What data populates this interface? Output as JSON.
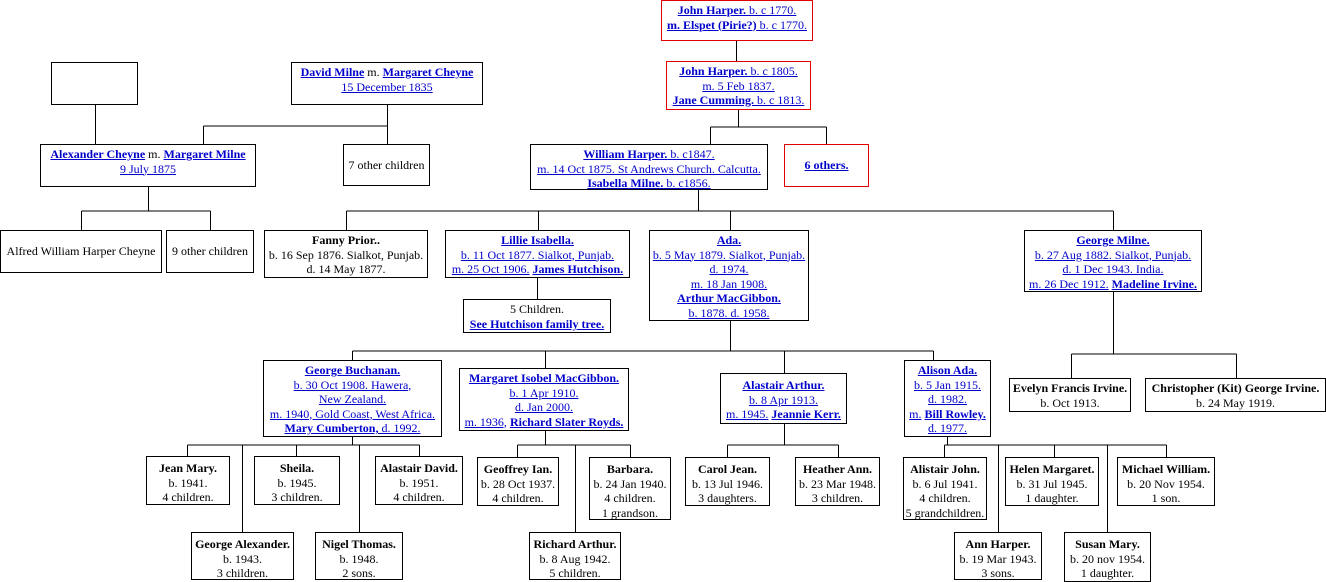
{
  "people": {
    "john_harper_1770": {
      "name": "John Harper.",
      "birth": " b. c 1770.",
      "spouse": "m. Elspet (Pirie?)",
      "spouse_birth": " b. c 1770."
    },
    "john_harper_1805": {
      "name": "John Harper.",
      "birth": " b. c 1805.",
      "marriage": "m. 5 Feb 1837.",
      "spouse": "Jane Cumming.",
      "spouse_birth": " b. c 1813."
    },
    "david_milne": {
      "name": "David Milne",
      "m": " m. ",
      "spouse": "Margaret Cheyne",
      "date": "15 December 1835"
    },
    "alexander_cheyne": {
      "name": "Alexander Cheyne",
      "m": " m. ",
      "spouse": "Margaret Milne",
      "date": "9 July 1875"
    },
    "seven_other": {
      "text": "7 other children"
    },
    "william_harper": {
      "name": "William Harper.",
      "birth": " b. c1847.",
      "marriage": "m. 14 Oct 1875. St Andrews Church. Calcutta.",
      "spouse": "Isabella Milne.",
      "spouse_birth": " b. c1856."
    },
    "six_others": {
      "text": "6 others."
    },
    "alfred": {
      "text": "Alfred William Harper Cheyne"
    },
    "nine_other": {
      "text": "9 other children"
    },
    "fanny": {
      "name": "Fanny Prior..",
      "l1": "b. 16 Sep 1876. Sialkot, Punjab.",
      "l2": "d. 14 May 1877."
    },
    "lillie": {
      "name": "Lillie Isabella.",
      "l1": "b. 11 Oct 1877. Sialkot, Punjab.",
      "l2": "m. 25 Oct 1906.",
      "spouse": "James Hutchison."
    },
    "five_children": {
      "l1": "5 Children.",
      "link": "See Hutchison family tree."
    },
    "ada": {
      "name": "Ada.",
      "l1": "b. 5 May 1879. Sialkot, Punjab.",
      "l2": "d. 1974.",
      "l3": "m. 18 Jan 1908.",
      "spouse": "Arthur MacGibbon.",
      "l4": "b. 1878. d. 1958."
    },
    "george_milne": {
      "name": "George Milne.",
      "l1": "b. 27 Aug 1882. Sialkot, Punjab.",
      "l2": "d. 1 Dec 1943. India.",
      "l3": "m. 26 Dec 1912.",
      "spouse": "Madeline Irvine."
    },
    "george_buchanan": {
      "name": "George Buchanan.",
      "l1": "b. 30 Oct 1908. Hawera,",
      "l2": "New Zealand.",
      "l3": "m. 1940, Gold Coast, West Africa.",
      "spouse": "Mary Cumberton,",
      "l4": " d. 1992."
    },
    "margaret_isobel": {
      "name": "Margaret Isobel MacGibbon.",
      "l1": "b. 1 Apr 1910.",
      "l2": "d. Jan 2000.",
      "l3": "m. 1936,",
      "spouse": "Richard Slater Royds."
    },
    "alastair_arthur": {
      "name": "Alastair Arthur.",
      "l1": "b. 8 Apr 1913.",
      "l2": "m. 1945.",
      "spouse": "Jeannie Kerr."
    },
    "alison_ada": {
      "name": "Alison Ada.",
      "l1": "b. 5 Jan 1915.",
      "l2": "d. 1982.",
      "l3": "m.",
      "spouse": "Bill Rowley.",
      "l4": "d. 1977."
    },
    "evelyn": {
      "name": "Evelyn Francis Irvine.",
      "l1": "b. Oct 1913."
    },
    "christopher": {
      "name": "Christopher (Kit) George Irvine.",
      "l1": "b. 24 May 1919."
    },
    "jean": {
      "name": "Jean Mary.",
      "l1": "b. 1941.",
      "l2": "4 children."
    },
    "sheila": {
      "name": "Sheila.",
      "l1": "b. 1945.",
      "l2": "3 children."
    },
    "alastair_david": {
      "name": "Alastair David.",
      "l1": "b. 1951.",
      "l2": "4 children."
    },
    "george_alexander": {
      "name": "George Alexander.",
      "l1": "b. 1943.",
      "l2": "3 children."
    },
    "nigel": {
      "name": "Nigel Thomas.",
      "l1": "b. 1948.",
      "l2": "2 sons."
    },
    "geoffrey": {
      "name": "Geoffrey Ian.",
      "l1": "b. 28 Oct 1937.",
      "l2": "4 children."
    },
    "barbara": {
      "name": "Barbara.",
      "l1": "b. 24 Jan 1940.",
      "l2": "4 children.",
      "l3": "1 grandson."
    },
    "richard": {
      "name": "Richard Arthur.",
      "l1": "b. 8 Aug 1942.",
      "l2": "5 children."
    },
    "carol": {
      "name": "Carol Jean.",
      "l1": "b. 13 Jul 1946.",
      "l2": "3 daughters."
    },
    "heather": {
      "name": "Heather Ann.",
      "l1": "b. 23 Mar 1948.",
      "l2": "3 children."
    },
    "alistair_john": {
      "name": "Alistair John.",
      "l1": "b. 6 Jul 1941.",
      "l2": "4 children.",
      "l3": "5 grandchildren."
    },
    "helen": {
      "name": "Helen Margaret.",
      "l1": "b. 31 Jul 1945.",
      "l2": "1 daughter."
    },
    "michael": {
      "name": "Michael William.",
      "l1": "b. 20 Nov 1954.",
      "l2": "1 son."
    },
    "ann": {
      "name": "Ann Harper.",
      "l1": "b. 19 Mar 1943.",
      "l2": "3 sons."
    },
    "susan": {
      "name": "Susan Mary.",
      "l1": "b. 20 nov 1954.",
      "l2": "1 daughter."
    }
  },
  "colors": {
    "link": "#0000cc",
    "highlight_border": "#e00000",
    "line": "#000000"
  }
}
